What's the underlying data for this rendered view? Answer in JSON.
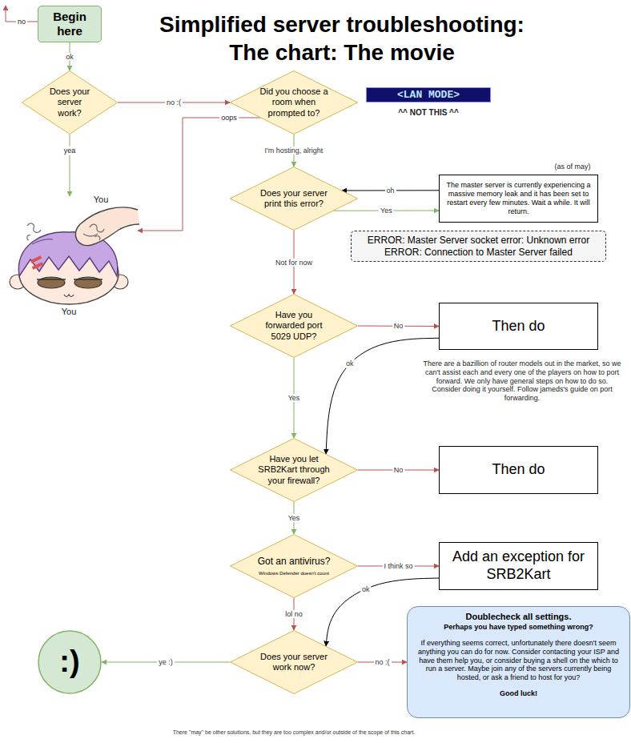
{
  "diagram": {
    "title": "Simplified server troubleshooting: The chart: The movie",
    "caption": "There \"may\" be other solutions, but they are too complex and/or outside of the scope of this chart.",
    "nodes": [
      {
        "text": [
          "Begin here"
        ]
      },
      {
        "text": [
          "Does your server work?"
        ]
      },
      {
        "text": [
          "Did you choose a room when prompted to?"
        ]
      },
      {
        "text": [
          "<LAN MODE>"
        ]
      },
      {
        "text": [
          "Does your server print this error?"
        ]
      },
      {
        "text": [
          "The master server is currently experiencing a massive memory leak and it has been set to restart every few minutes. Wait a while. It will return."
        ]
      },
      {
        "text": [
          "ERROR: Master Server socket error: Unknown error ERROR: Connection to Master Server failed"
        ]
      },
      {
        "text": [
          "Have you forwarded port 5029 UDP?"
        ]
      },
      {
        "text": [
          "Then do"
        ]
      },
      {
        "text": [
          "Have you let SRB2Kart through your firewall?"
        ]
      },
      {
        "text": [
          "Then do"
        ]
      },
      {
        "text": [
          "Got an antivirus?",
          "Windows Defender doesn't count"
        ]
      },
      {
        "text": [
          "Add an exception for SRB2Kart"
        ]
      },
      {
        "text": [
          "Does your server work now?"
        ]
      },
      {
        "text": [
          "Doublecheck all settings.",
          "Perhaps you have typed something wrong?",
          "If everything seems correct, unfortunately there doesn't seem anything you can do for now. Consider contacting your ISP and have them help you, or consider buying a shell on the which to run a server. Maybe join any of the servers currently being hosted, or ask a friend to host for you?",
          "Good luck!"
        ]
      },
      {
        "text": [
          ":)"
        ]
      }
    ],
    "edges": [
      {
        "from": 0,
        "to": 1,
        "label": "ok",
        "arrow": "to"
      },
      {
        "from": 1,
        "to": 2,
        "label": "no :(",
        "arrow": "to"
      },
      {
        "from": 2,
        "to": 4,
        "label": "I'm hosting, alright",
        "arrow": "to"
      },
      {
        "from": 4,
        "to": 5,
        "label": "Yes",
        "arrow": "to"
      },
      {
        "from": 5,
        "to": 4,
        "label": "oh",
        "arrow": "to"
      },
      {
        "from": 4,
        "to": 7,
        "label": "Not for now",
        "arrow": "to"
      },
      {
        "from": 7,
        "to": 8,
        "label": "No",
        "arrow": "to"
      },
      {
        "from": 7,
        "to": 9,
        "label": "Yes",
        "arrow": "to"
      },
      {
        "from": 8,
        "to": 9,
        "label": "ok",
        "arrow": "to"
      },
      {
        "from": 9,
        "to": 10,
        "label": "No",
        "arrow": "to"
      },
      {
        "from": 9,
        "to": 11,
        "label": "Yes",
        "arrow": "to"
      },
      {
        "from": 11,
        "to": 12,
        "label": "I think so",
        "arrow": "to"
      },
      {
        "from": 12,
        "to": 13,
        "label": "ok",
        "arrow": "to"
      },
      {
        "from": 11,
        "to": 13,
        "label": "lol no",
        "arrow": "to"
      },
      {
        "from": 13,
        "to": 15,
        "label": "ye :)",
        "arrow": "to"
      },
      {
        "from": 13,
        "to": 14,
        "label": "no :(",
        "arrow": "to"
      }
    ],
    "labels": [
      "no",
      "^^ NOT THIS ^^",
      "yea",
      "oops",
      "(as of may)",
      "You",
      "You",
      "There are a bazillion of router models out in the market, so we can't assist each and every one of the players on how to port forward. We only have general steps on how to do so. Consider doing it yourself. Follow jameds's guide on port forwarding."
    ]
  }
}
